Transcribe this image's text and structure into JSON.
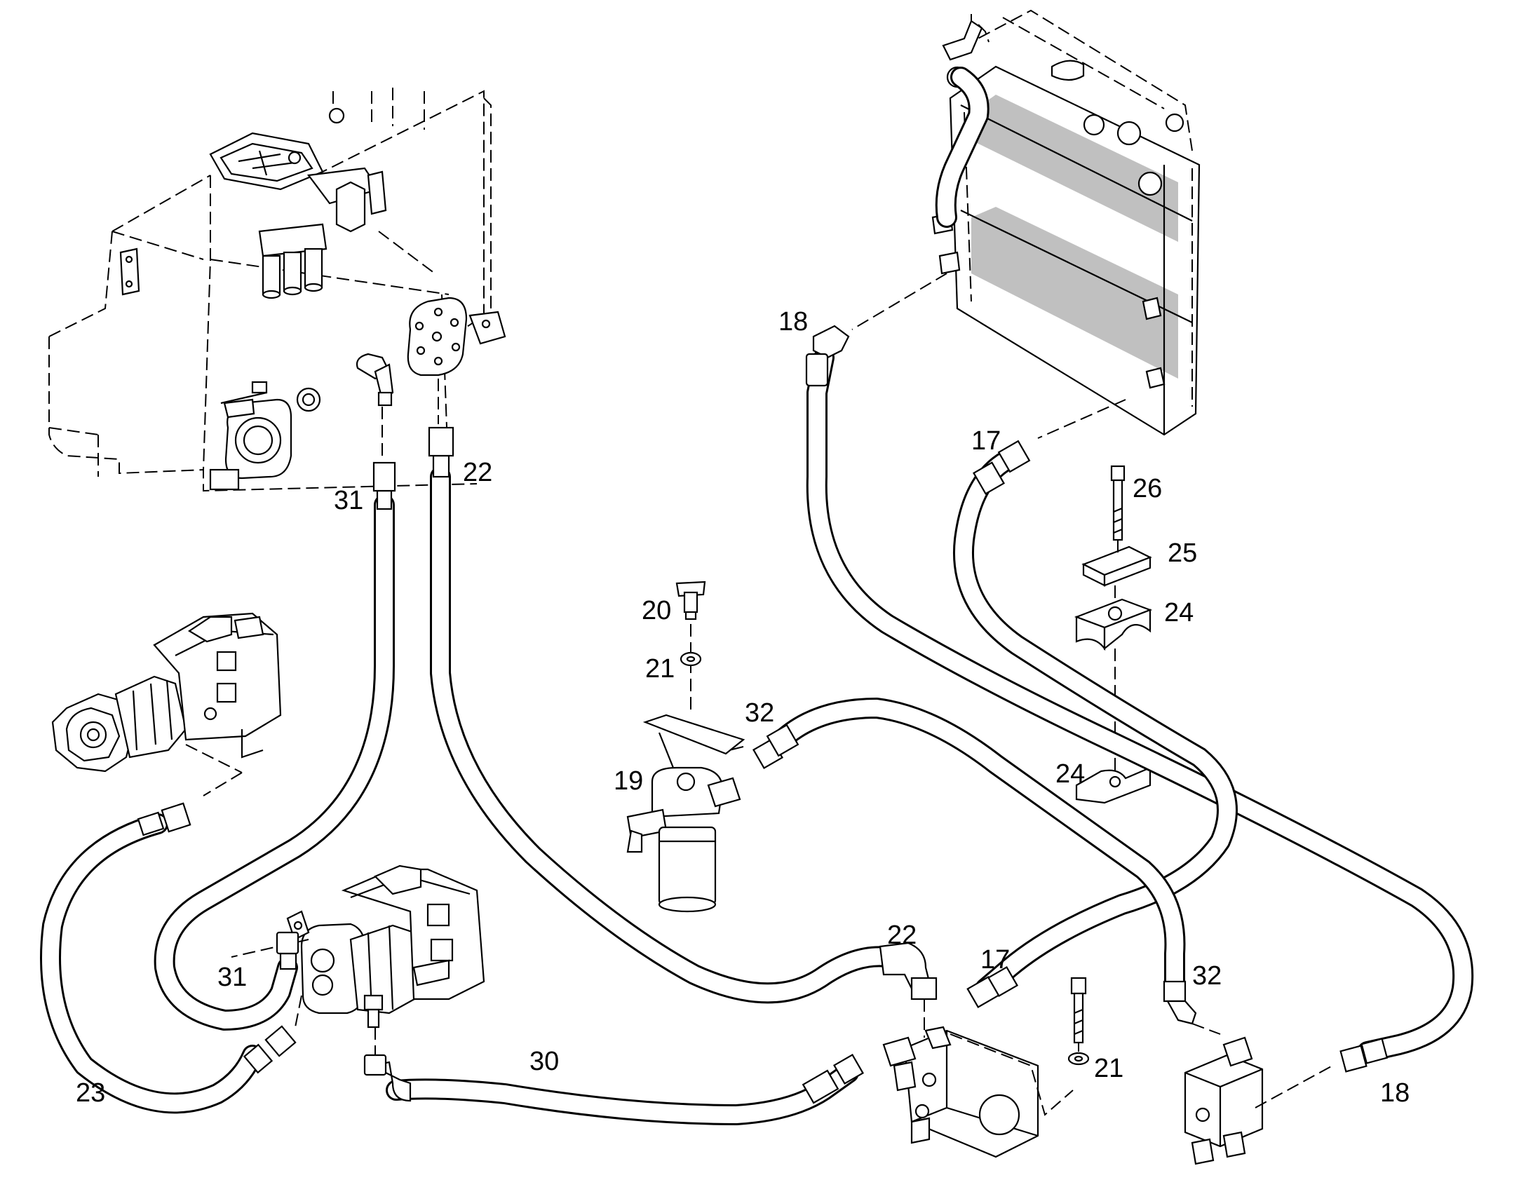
{
  "callouts": [
    {
      "id": "label-31-top",
      "text": "31"
    },
    {
      "id": "label-22-top",
      "text": "22"
    },
    {
      "id": "label-18-top",
      "text": "18"
    },
    {
      "id": "label-17-top",
      "text": "17"
    },
    {
      "id": "label-26",
      "text": "26"
    },
    {
      "id": "label-25",
      "text": "25"
    },
    {
      "id": "label-24-top",
      "text": "24"
    },
    {
      "id": "label-24-bottom",
      "text": "24"
    },
    {
      "id": "label-20",
      "text": "20"
    },
    {
      "id": "label-21-top",
      "text": "21"
    },
    {
      "id": "label-32-top",
      "text": "32"
    },
    {
      "id": "label-19",
      "text": "19"
    },
    {
      "id": "label-22-bottom",
      "text": "22"
    },
    {
      "id": "label-17-bottom",
      "text": "17"
    },
    {
      "id": "label-32-bottom",
      "text": "32"
    },
    {
      "id": "label-31-bottom",
      "text": "31"
    },
    {
      "id": "label-30",
      "text": "30"
    },
    {
      "id": "label-21-bottom",
      "text": "21"
    },
    {
      "id": "label-23",
      "text": "23"
    },
    {
      "id": "label-18-bottom",
      "text": "18"
    }
  ],
  "colors": {
    "line": "#000000",
    "background": "#ffffff",
    "mesh": "#b5b5b5",
    "shade": "#d8d8d8"
  }
}
